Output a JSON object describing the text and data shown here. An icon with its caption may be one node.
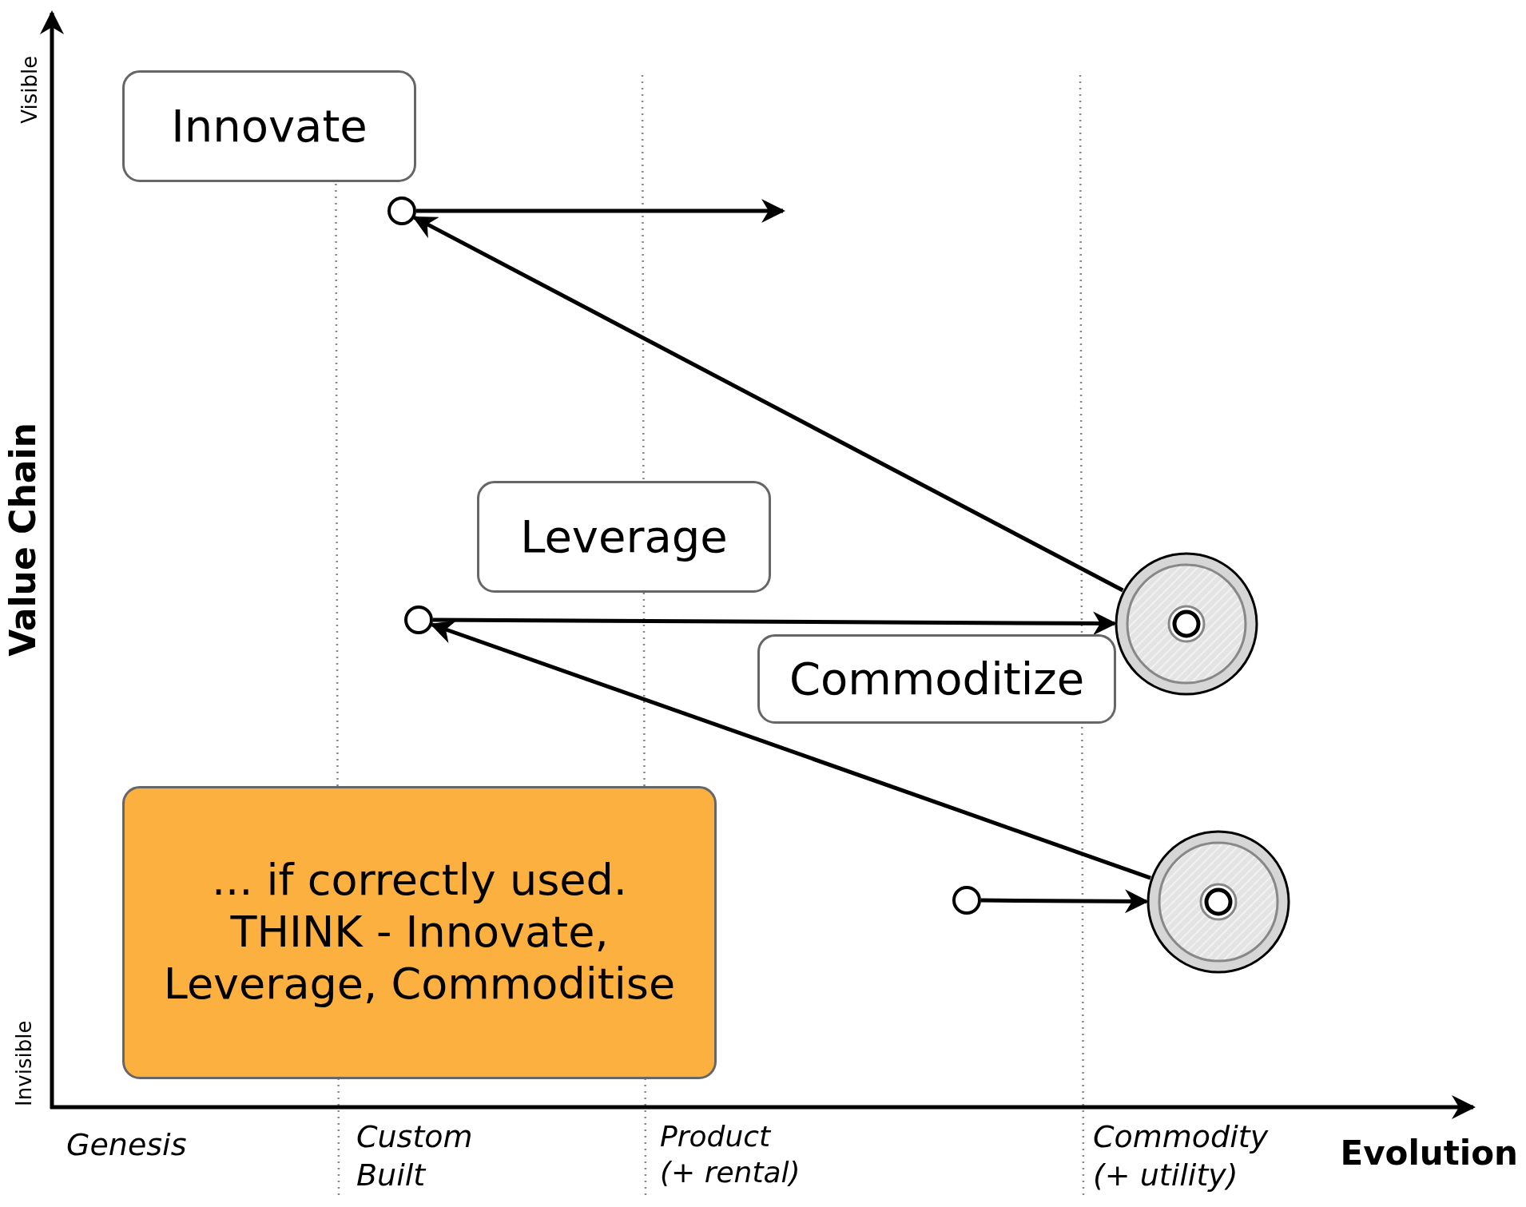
{
  "diagram": {
    "nodes": [
      {
        "text": [
          "Innovate"
        ]
      },
      {
        "text": [
          "Leverage"
        ]
      },
      {
        "text": [
          "Commoditize"
        ]
      },
      {
        "text": [
          "... if correctly used. THINK - Innovate, Leverage, Commoditise"
        ]
      },
      {
        "text": [],
        "shape": "circle"
      },
      {
        "text": [],
        "shape": "circle"
      },
      {
        "text": [],
        "shape": "circle"
      },
      {
        "text": [],
        "shape": "circle"
      },
      {
        "text": [],
        "shape": "circle"
      }
    ],
    "edges": [
      {
        "from": 4,
        "to": null,
        "arrow": "to"
      },
      {
        "from": 6,
        "to": 4,
        "arrow": "to"
      },
      {
        "from": 5,
        "to": 6,
        "arrow": "to"
      },
      {
        "from": 8,
        "to": 5,
        "arrow": "to"
      },
      {
        "from": 7,
        "to": 8,
        "arrow": "to"
      }
    ],
    "labels": [
      "Visible",
      "Invisible",
      "Value Chain",
      "Genesis",
      "Custom Built",
      "Product (+ rental)",
      "Commodity (+ utility)",
      "Evolution"
    ]
  }
}
